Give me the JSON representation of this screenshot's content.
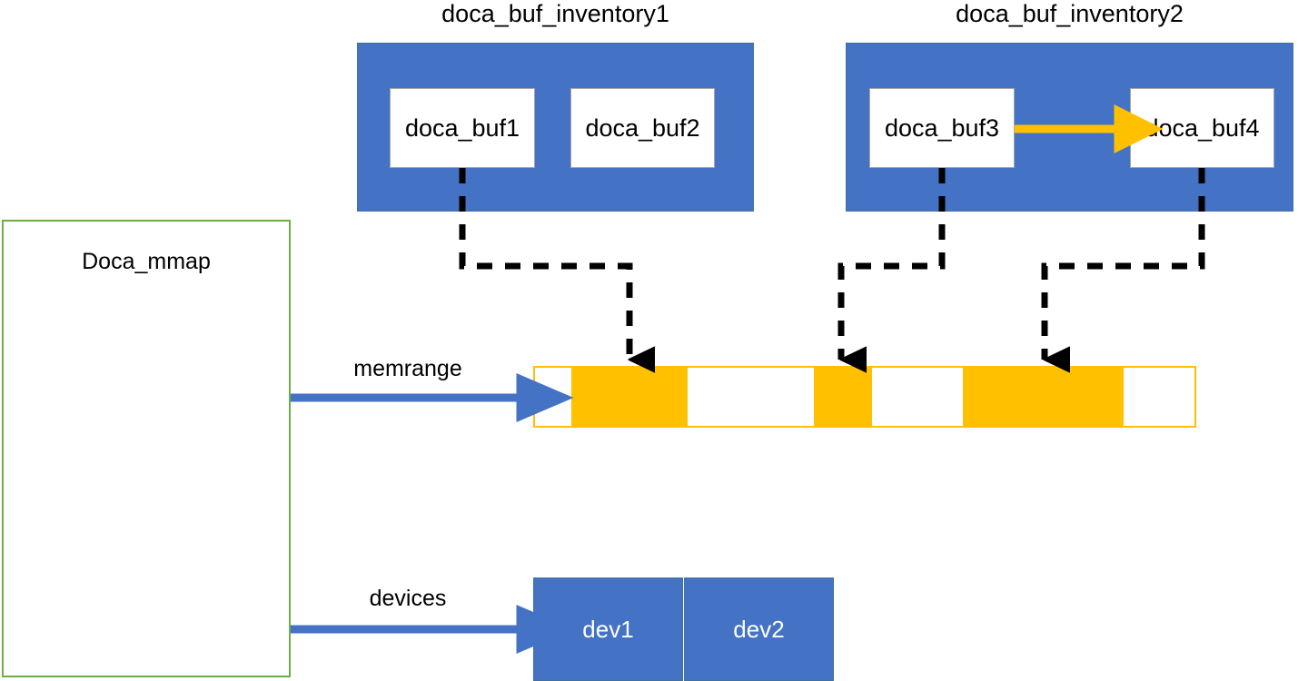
{
  "diagram": {
    "title_inventory1": "doca_buf_inventory1",
    "title_inventory2": "doca_buf_inventory2",
    "mmap_label": "Doca_mmap",
    "memrange_label": "memrange",
    "devices_label": "devices",
    "buffers": [
      {
        "label": "doca_buf1"
      },
      {
        "label": "doca_buf2"
      },
      {
        "label": "doca_buf3"
      },
      {
        "label": "doca_buf4"
      }
    ],
    "devices": [
      {
        "label": "dev1"
      },
      {
        "label": "dev2"
      }
    ],
    "colors": {
      "inventory_fill": "#4472c4",
      "inventory_stroke": "#41719c",
      "buffer_fill": "#ffffff",
      "buffer_stroke": "#a6a6a6",
      "mmap_stroke": "#70ad47",
      "memrange_stroke": "#ffc000",
      "memrange_fill": "#ffc000",
      "arrow_blue": "#4472c4",
      "arrow_orange": "#ffc000",
      "dashed_black": "#000000",
      "device_fill": "#4472c4",
      "device_text": "#ffffff",
      "background": "#ffffff"
    },
    "memrange_segments": [
      {
        "kind": "empty"
      },
      {
        "kind": "allocated"
      },
      {
        "kind": "empty"
      },
      {
        "kind": "allocated"
      },
      {
        "kind": "empty"
      },
      {
        "kind": "allocated"
      },
      {
        "kind": "empty"
      }
    ]
  }
}
